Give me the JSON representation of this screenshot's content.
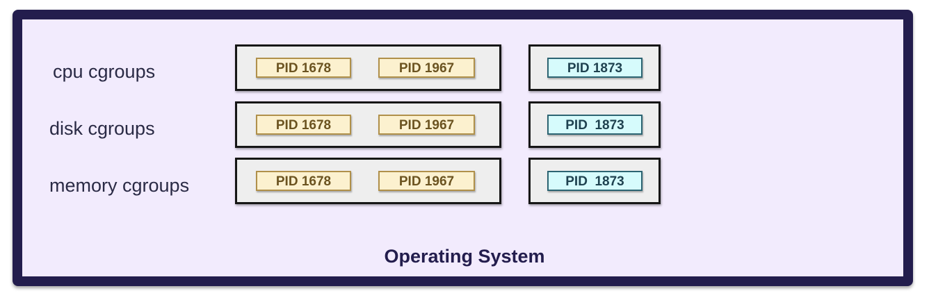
{
  "colors": {
    "frame": "#231d4d",
    "frame_fill": "#f2ebfd",
    "group_fill": "#eeeeee",
    "pid_yellow_fill": "#fcf1cf",
    "pid_yellow_border": "#b0904a",
    "pid_cyan_fill": "#d6fbfc",
    "pid_cyan_border": "#2c6472"
  },
  "os_label": "Operating System",
  "rows": [
    {
      "label": "cpu cgroups",
      "group_a": [
        "PID 1678",
        "PID 1967"
      ],
      "group_b": [
        "PID 1873"
      ]
    },
    {
      "label": "disk cgroups",
      "group_a": [
        "PID 1678",
        "PID 1967"
      ],
      "group_b": [
        "PID  1873"
      ]
    },
    {
      "label": "memory cgroups",
      "group_a": [
        "PID 1678",
        "PID 1967"
      ],
      "group_b": [
        "PID  1873"
      ]
    }
  ]
}
